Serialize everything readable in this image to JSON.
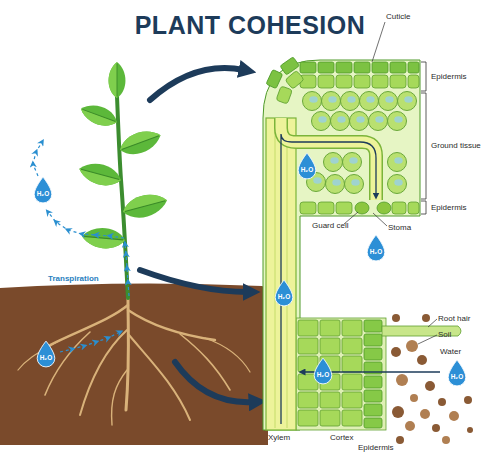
{
  "diagram": {
    "title": "PLANT COHESION",
    "nodes": [
      {
        "text": [
          "H₂O"
        ]
      },
      {
        "text": [
          "H₂O"
        ]
      },
      {
        "text": [
          "H₂O"
        ]
      },
      {
        "text": [
          "H₂O"
        ]
      },
      {
        "text": [
          "H₂O"
        ]
      },
      {
        "text": [
          "H₂O"
        ]
      },
      {
        "text": [
          "H₂O"
        ]
      }
    ],
    "labels": [
      "Cuticle",
      "Epidermis",
      "Ground tissue",
      "Epidermis",
      "Guard cell",
      "Stoma",
      "Transpiration",
      "Root hair",
      "Soil",
      "Water",
      "Xylem",
      "Cortex",
      "Epidermis"
    ]
  }
}
